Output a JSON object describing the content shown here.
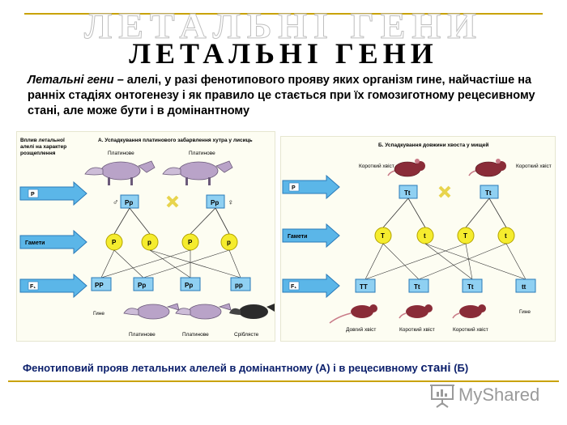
{
  "title": "ЛЕТАЛЬНІ ГЕНИ",
  "definition": {
    "term": "Летальні гени –",
    "text": " алелі, у разі фенотипового прояву яких організм гине, найчастіше на ранніх стадіях онтогенезу і як правило це стається при їх гомозиготному рецесивному стані, але може бути і в домінантному"
  },
  "left_panel": {
    "side_title": "Вплив летальної алелі на характер розщеплення",
    "heading": "А. Успадкування платинового забарвлення хутра у лисиць",
    "arrows": [
      "P",
      "Гамети",
      "F₁"
    ],
    "parents": [
      {
        "label": "Платинове",
        "genotype": "Pp",
        "sex": "♂"
      },
      {
        "label": "Платинове",
        "genotype": "Pp",
        "sex": "♀"
      }
    ],
    "gametes": [
      "P",
      "p",
      "P",
      "p"
    ],
    "offspring": [
      "PP",
      "Pp",
      "Pp",
      "pp"
    ],
    "offspring_labels": [
      "Гине",
      "Платинове",
      "Платинове",
      "Сріблясте"
    ],
    "colors": {
      "platinum_fox": "#b9a3c8",
      "silver_fox": "#2b2b2b"
    }
  },
  "right_panel": {
    "heading": "Б. Успадкування довжини хвоста у мищей",
    "arrows": [
      "P",
      "Гамети",
      "F₁"
    ],
    "parents": [
      {
        "label": "Короткий хвіст",
        "genotype": "Tt"
      },
      {
        "label": "Короткий хвіст",
        "genotype": "Tt"
      }
    ],
    "gametes": [
      "T",
      "t",
      "T",
      "t"
    ],
    "offspring": [
      "TT",
      "Tt",
      "Tt",
      "tt"
    ],
    "offspring_labels": [
      "Довгий хвіст",
      "Короткий хвіст",
      "Короткий хвіст",
      "Гине"
    ]
  },
  "caption": {
    "main": "Фенотиповий прояв летальних алелей в домінантному (А) і в рецесивному ",
    "big": "стані",
    "end": " (Б)"
  },
  "watermark": "MyShared",
  "colors": {
    "arrow_blue": "#5bb6e8",
    "box_blue": "#8fd0f2",
    "gamete_yellow": "#f5ec2e",
    "cross_yellow": "#e8d44d",
    "rule_gold": "#c9a200",
    "caption_blue": "#0b1f6b"
  }
}
